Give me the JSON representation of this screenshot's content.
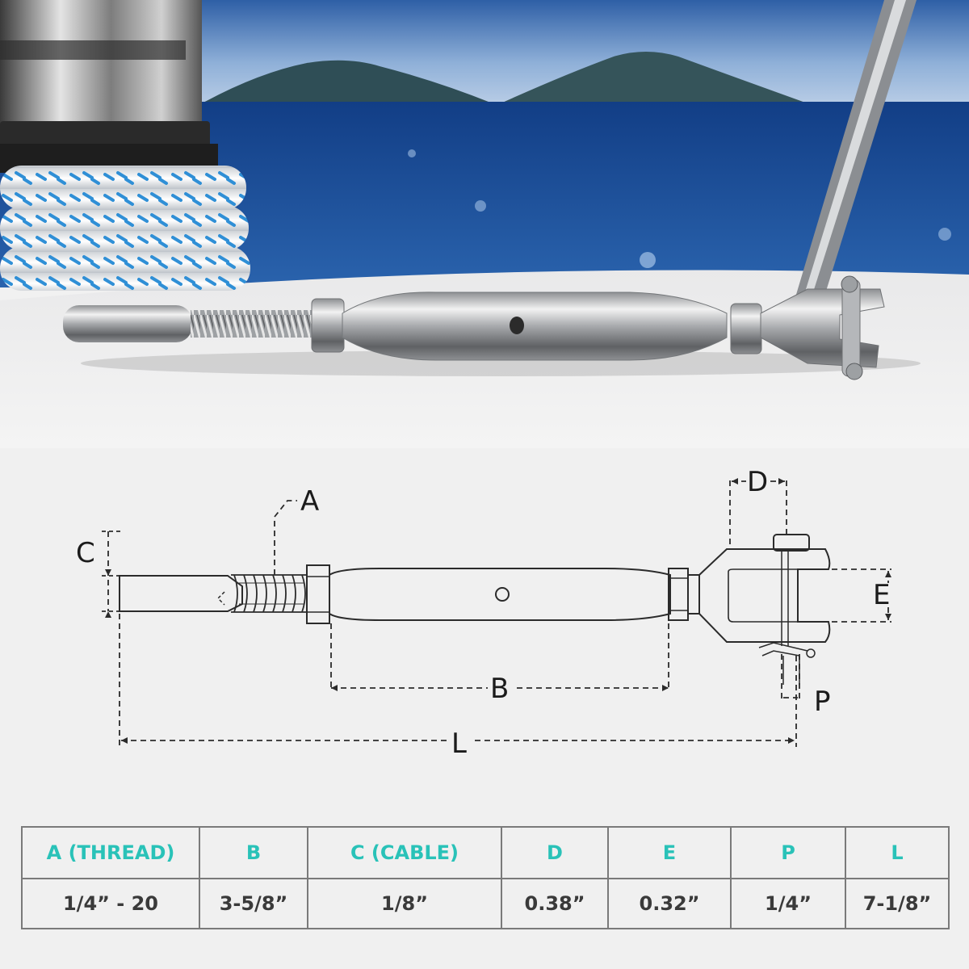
{
  "diagram": {
    "labels": {
      "a": "A",
      "b": "B",
      "c": "C",
      "d": "D",
      "e": "E",
      "p": "P",
      "l": "L"
    }
  },
  "spec_table": {
    "headers": [
      "A (THREAD)",
      "B",
      "C (CABLE)",
      "D",
      "E",
      "P",
      "L"
    ],
    "values": [
      "1/4” - 20",
      "3-5/8”",
      "1/8”",
      "0.38”",
      "0.32”",
      "1/4”",
      "7-1/8”"
    ]
  },
  "colors": {
    "header_text": "#29c2b8",
    "value_text": "#3a3a3a",
    "grid": "#7a7a7a",
    "sea": "#1d4f97",
    "deck": "#eeeeee"
  }
}
